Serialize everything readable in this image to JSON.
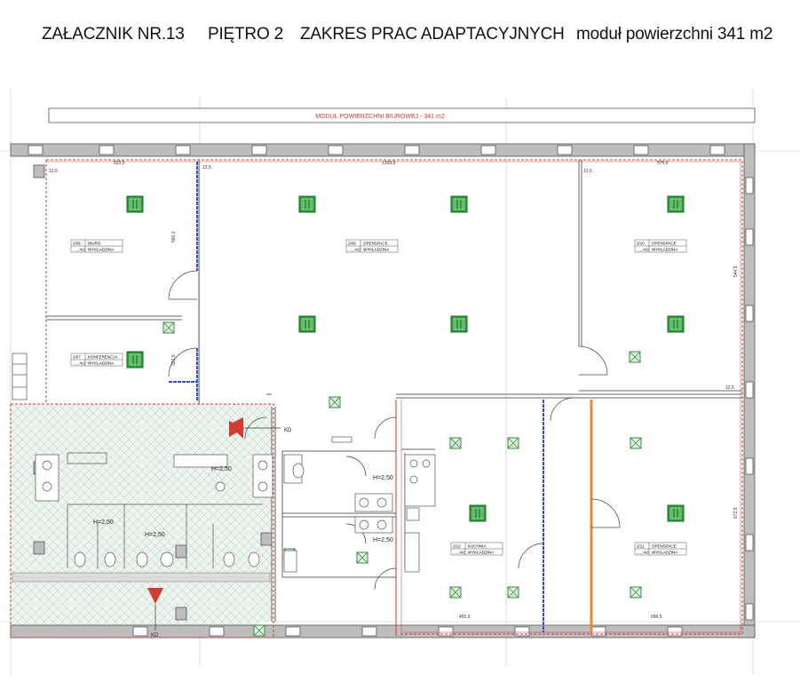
{
  "header": {
    "attachment": "ZAŁACZNIK NR.13",
    "floor": "PIĘTRO 2",
    "scope": "ZAKRES PRAC ADAPTACYJNYCH",
    "module": "moduł powierzchni 341 m2"
  },
  "plan": {
    "module_label": "MODUŁ POWIERZCHNI BIUROWEJ - 341 m2",
    "dimensions": [
      "523,5",
      "12,5",
      "1339,5",
      "575,5",
      "12,5",
      "560,0",
      "320,0",
      "544,5",
      "12,5",
      "672,5",
      "450,0",
      "696,5"
    ],
    "room_tags": [
      {
        "id": "2/06",
        "name": "BIURO",
        "area": "......m2",
        "floor": "WYKŁADZINA"
      },
      {
        "id": "2/09",
        "name": "OPENSPACE",
        "area": "......m2",
        "floor": "WYKŁADZINA"
      },
      {
        "id": "2/10",
        "name": "OPENSPACE",
        "area": "......m2",
        "floor": "WYKŁADZINA"
      },
      {
        "id": "2/07",
        "name": "KONFERENCJA",
        "area": "......m2",
        "floor": "WYKŁADZINA"
      },
      {
        "id": "2/12",
        "name": "KUCHNIA",
        "area": "......m2",
        "floor": "WYKŁADZINA"
      },
      {
        "id": "2/11",
        "name": "OPENSPACE",
        "area": "......m2",
        "floor": "WYKŁADZINA"
      }
    ],
    "heights": [
      "H=2,50",
      "H=2,50",
      "H=2,50",
      "H=2,50",
      "H=2,50"
    ],
    "kd": [
      "KD",
      "KD"
    ]
  },
  "colors": {
    "red": "#d23a33",
    "green": "#2f9a3a",
    "blue": "#2e4fd0",
    "orange": "#e8893a",
    "hatch": "#ecf4ec"
  }
}
